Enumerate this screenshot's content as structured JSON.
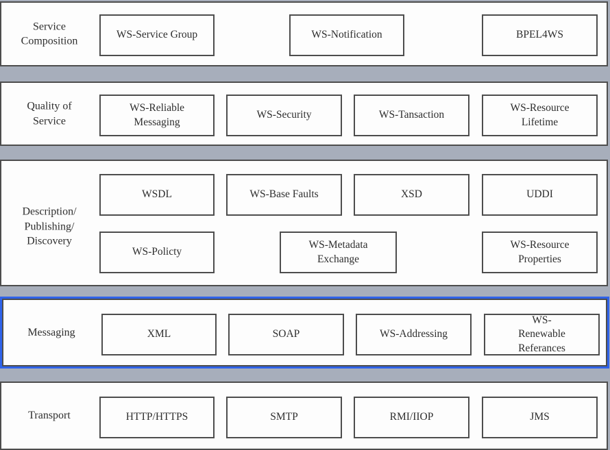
{
  "colors": {
    "gap_background": "#a7aebb",
    "panel_background": "#fdfdfd",
    "border": "#4d4d4d",
    "text": "#2e2e2e",
    "highlight_border": "#2f63ea"
  },
  "layers": [
    {
      "name": "service-composition",
      "highlighted": false,
      "label_lines": [
        "Service",
        "Composition"
      ],
      "boxes": [
        "WS-Service Group",
        "WS-Notification",
        "BPEL4WS"
      ]
    },
    {
      "name": "quality-of-service",
      "highlighted": false,
      "label_lines": [
        "Quality of",
        "Service"
      ],
      "boxes": [
        "WS-Reliable Messaging",
        "WS-Security",
        "WS-Tansaction",
        "WS-Resource Lifetime"
      ]
    },
    {
      "name": "description-publishing-discovery",
      "highlighted": false,
      "label_lines": [
        "Description/",
        "Publishing/",
        "Discovery"
      ],
      "boxes": [
        "WSDL",
        "WS-Base Faults",
        "XSD",
        "UDDI",
        "WS-Policty",
        "WS-Metadata Exchange",
        "WS-Resource Properties"
      ]
    },
    {
      "name": "messaging",
      "highlighted": true,
      "label_lines": [
        "Messaging"
      ],
      "boxes": [
        "XML",
        "SOAP",
        "WS-Addressing",
        "WS-Renewable Referances"
      ]
    },
    {
      "name": "transport",
      "highlighted": false,
      "label_lines": [
        "Transport"
      ],
      "boxes": [
        "HTTP/HTTPS",
        "SMTP",
        "RMI/IIOP",
        "JMS"
      ]
    }
  ]
}
